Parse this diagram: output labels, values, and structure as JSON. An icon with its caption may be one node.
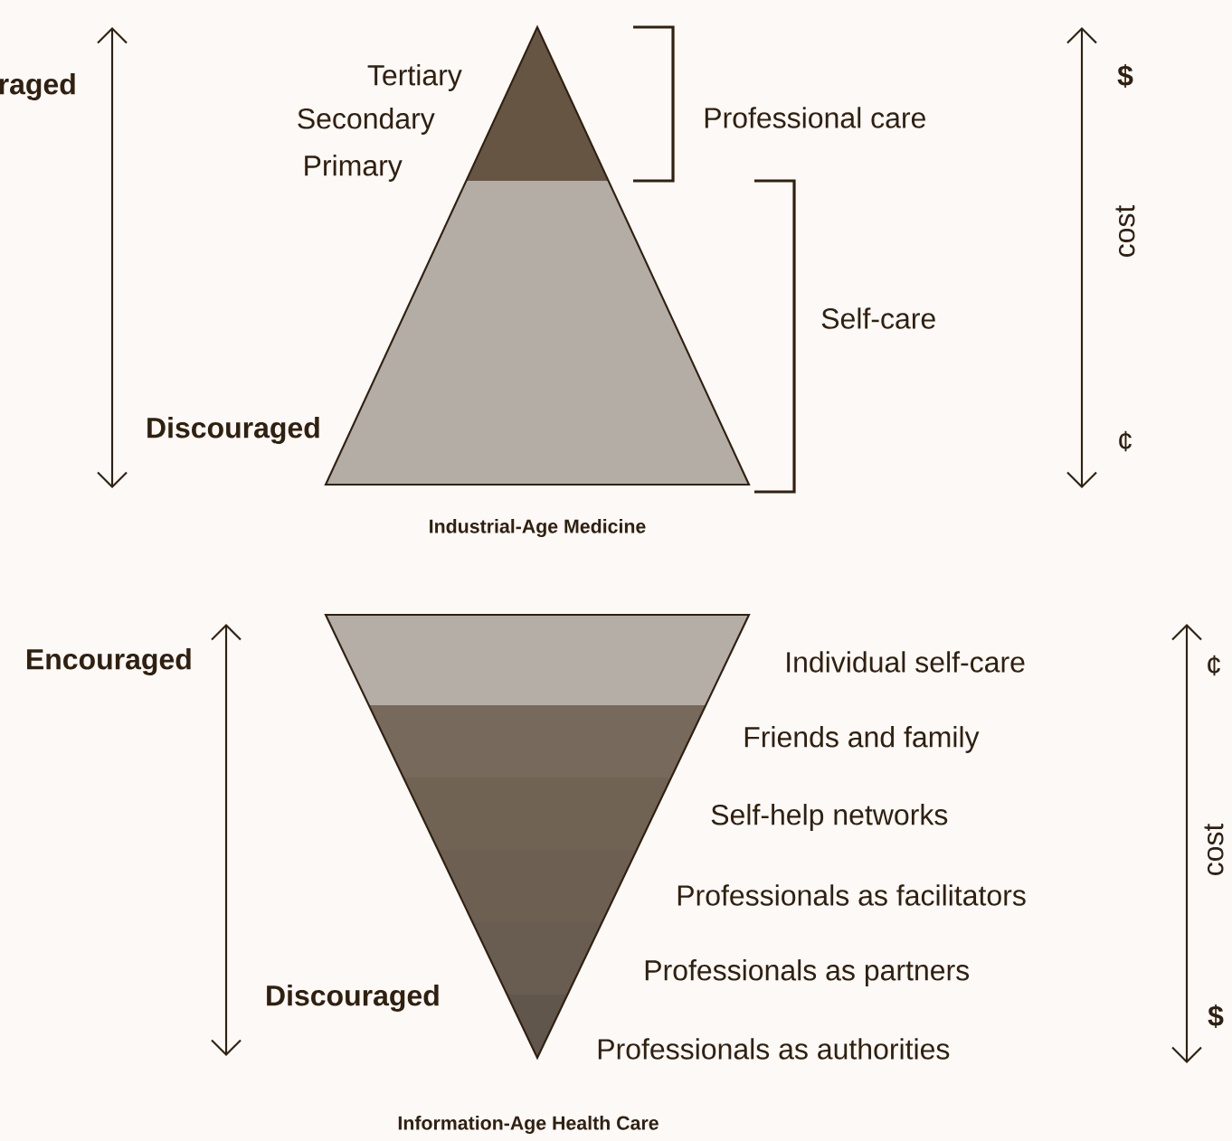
{
  "diagram": {
    "labels": [
      "raged",
      "Tertiary",
      "Secondary",
      "Primary",
      "Professional care",
      "Self-care",
      "$",
      "cost",
      "Discouraged",
      "¢",
      "Industrial-Age Medicine",
      "Encouraged",
      "Individual self-care",
      "¢",
      "Friends and family",
      "Self-help networks",
      "cost",
      "Professionals as facilitators",
      "Professionals as partners",
      "Discouraged",
      "$",
      "Professionals as authorities",
      "Information-Age Health Care"
    ]
  }
}
